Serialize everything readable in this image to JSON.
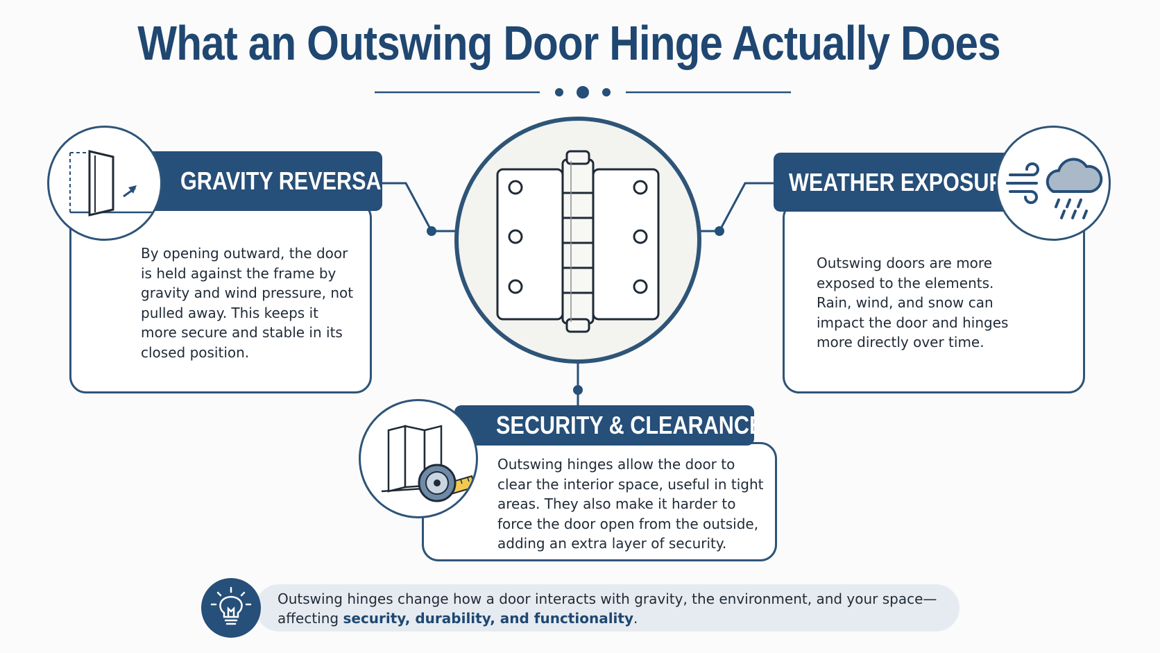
{
  "title": "What an Outswing Door Hinge Actually Does",
  "colors": {
    "primary": "#264f79",
    "accent": "#f2c94c",
    "background": "#fbfbfb"
  },
  "center": {
    "icon": "door-hinge-icon"
  },
  "cards": {
    "gravity": {
      "title": "GRAVITY REVERSAL",
      "icon": "outswing-door-icon",
      "body": "By opening outward, the door is held against the frame by gravity and wind pressure, not pulled away. This keeps it more secure and stable in its closed position."
    },
    "weather": {
      "title": "WEATHER EXPOSURE",
      "icon": "wind-rain-cloud-icon",
      "body": "Outswing doors are more exposed to the elements. Rain, wind, and snow can impact the door and hinges more directly over time."
    },
    "security": {
      "title": "SECURITY & CLEARANCE",
      "icon": "door-tape-measure-icon",
      "body": "Outswing hinges allow the door to clear the interior space, useful in tight areas. They also make it harder to force the door open from the outside, adding an extra layer of security."
    }
  },
  "summary": {
    "icon": "lightbulb-icon",
    "text": "Outswing hinges change how a door interacts with gravity, the environment, and your space—affecting",
    "emphasis": "security, durability, and functionality",
    "end": "."
  }
}
